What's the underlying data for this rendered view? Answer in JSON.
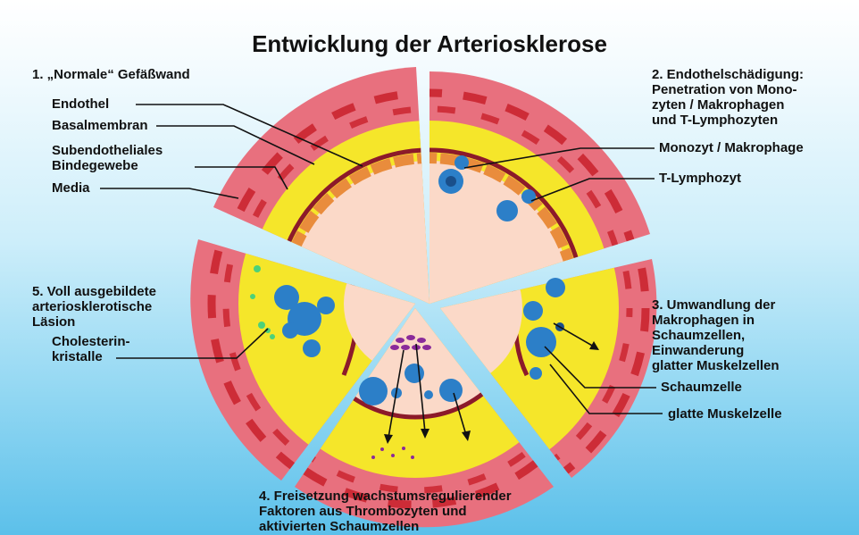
{
  "title": "Entwicklung der Arteriosklerose",
  "stages": {
    "s1": "1. „Normale“ Gefäßwand",
    "s2": "2. Endothelschädigung:\nPenetration von Mono-\nzyten / Makrophagen\nund T-Lymphozyten",
    "s3": "3. Umwandlung der\nMakrophagen in\nSchaumzellen,\nEinwanderung\nglatter Muskelzellen",
    "s4": "4. Freisetzung wachstumsregulierender\nFaktoren aus Thrombozyten und\naktivierten Schaumzellen",
    "s5": "5. Voll ausgebildete\narteriosklerotische\nLäsion"
  },
  "labels": {
    "endothel": "Endothel",
    "basalmembran": "Basalmembran",
    "subendothel": "Subendotheliales\nBindegewebe",
    "media": "Media",
    "monozyt": "Monozyt / Makrophage",
    "tlymphozyt": "T-Lymphozyt",
    "schaumzelle": "Schaumzelle",
    "muskelzelle": "glatte Muskelzelle",
    "cholesterin": "Cholesterin-\nkristalle"
  },
  "colors": {
    "media": "#e8707e",
    "subendothel": "#f5e62a",
    "lumen": "#fbd9c8",
    "basal": "#8c1a2a",
    "endothel": "#e98c3c",
    "muscle": "#c8202a",
    "cell": "#2c7fc8"
  }
}
